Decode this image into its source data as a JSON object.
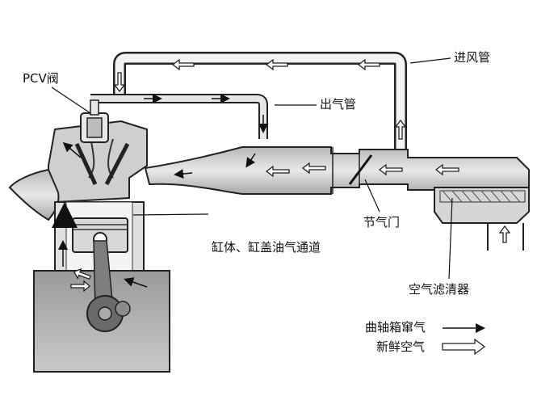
{
  "labels": {
    "pcv_valve": "PCV阀",
    "intake_pipe": "进风管",
    "outlet_pipe": "出气管",
    "throttle": "节气门",
    "cylinder_passage": "缸体、缸盖油气通道",
    "air_filter": "空气滤清器"
  },
  "legend": {
    "blowby": "曲轴箱窜气",
    "fresh_air": "新鲜空气"
  }
}
